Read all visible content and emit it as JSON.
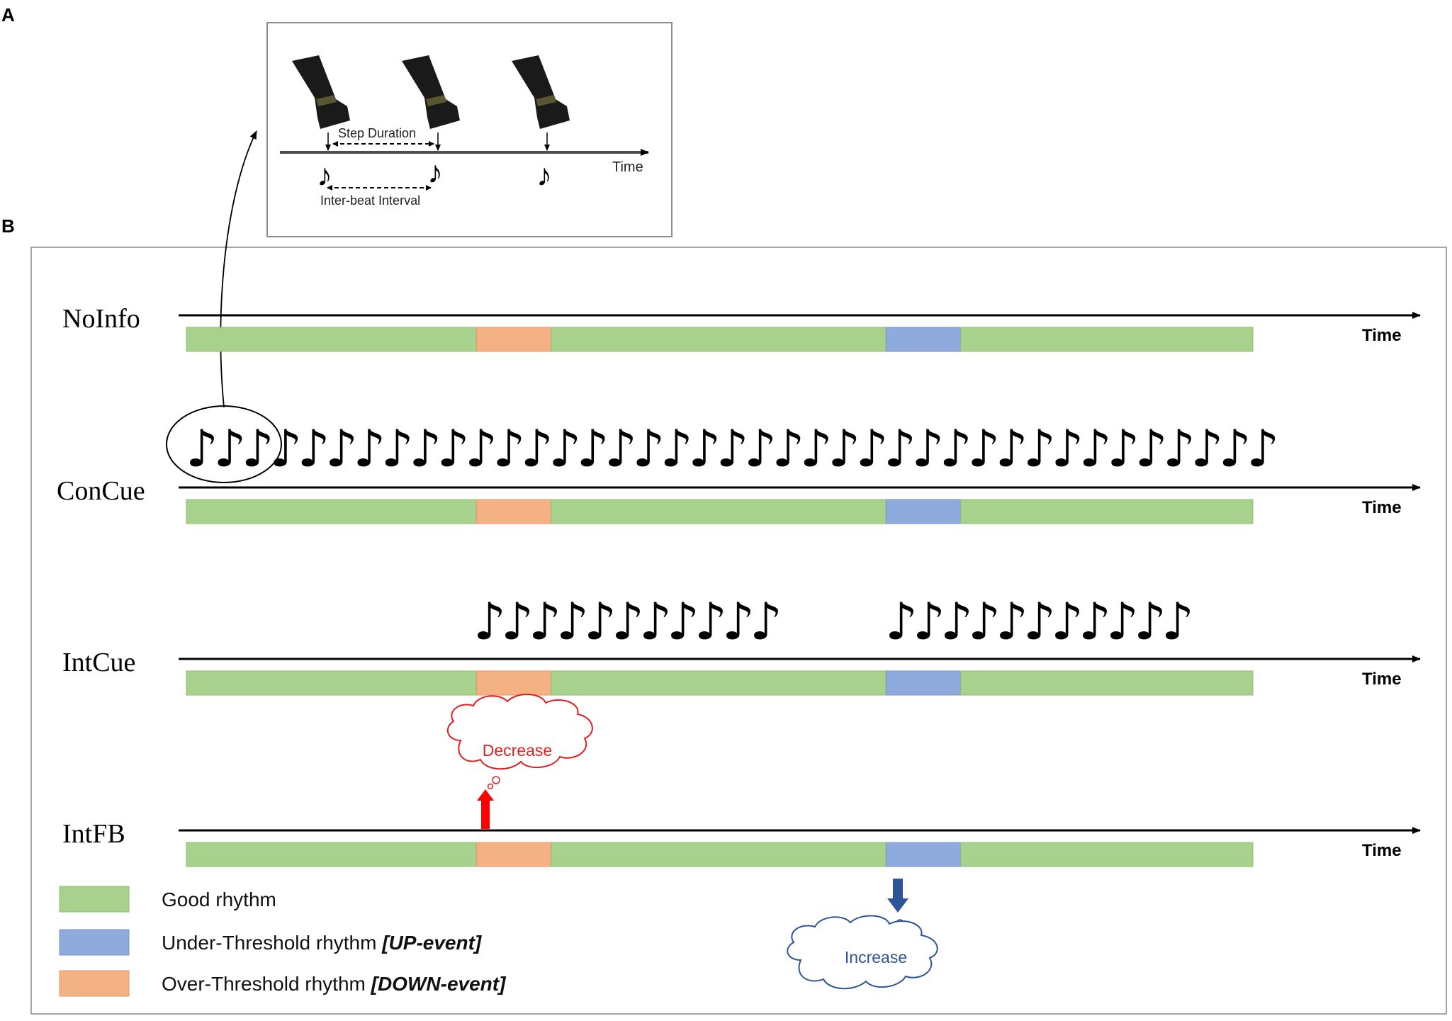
{
  "panel_a": {
    "label": "A",
    "step_duration": "Step Duration",
    "inter_beat_interval": "Inter-beat Interval",
    "time": "Time"
  },
  "panel_b": {
    "label": "B",
    "rows": [
      {
        "id": "noinfo",
        "label": "NoInfo",
        "time": "Time",
        "cue": "none"
      },
      {
        "id": "concue",
        "label": "ConCue",
        "time": "Time",
        "cue": "continuous",
        "note_count": 39
      },
      {
        "id": "intcue",
        "label": "IntCue",
        "time": "Time",
        "cue": "intermittent",
        "note_groups": [
          {
            "count": 11
          },
          {
            "count": 11
          }
        ]
      },
      {
        "id": "intfb",
        "label": "IntFB",
        "time": "Time",
        "cue": "feedback"
      }
    ],
    "feedback": {
      "decrease": {
        "text": "Decrease",
        "color": "#e02020",
        "arrow": "up"
      },
      "increase": {
        "text": "Increase",
        "color": "#2f5597",
        "arrow": "down"
      }
    },
    "bar_segments": [
      {
        "type": "good",
        "start": 0,
        "end": 0.272
      },
      {
        "type": "over",
        "start": 0.272,
        "end": 0.342
      },
      {
        "type": "good",
        "start": 0.342,
        "end": 0.656
      },
      {
        "type": "under",
        "start": 0.656,
        "end": 0.726
      },
      {
        "type": "good",
        "start": 0.726,
        "end": 1
      }
    ],
    "legend": [
      {
        "key": "good",
        "text": "Good rhythm",
        "tag": "",
        "color": "#a9d18e"
      },
      {
        "key": "under",
        "text": "Under-Threshold rhythm ",
        "tag": "[UP-event]",
        "color": "#8faadc"
      },
      {
        "key": "over",
        "text": "Over-Threshold rhythm ",
        "tag": "[DOWN-event]",
        "color": "#f4b183"
      }
    ]
  },
  "colors": {
    "good": "#a9d18e",
    "good_border": "#8fbf6f",
    "under": "#8faadc",
    "under_border": "#7a95c8",
    "over": "#f4b183",
    "over_border": "#e8956a",
    "frame": "#a6a6a6"
  }
}
